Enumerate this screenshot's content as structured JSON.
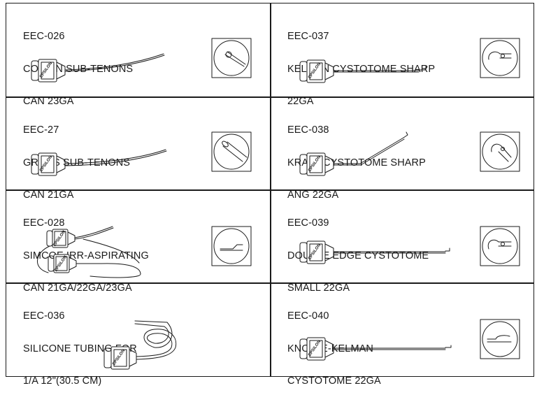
{
  "brand": {
    "hub_mark": "EPSILON"
  },
  "colors": {
    "line": "#1a1a1a",
    "background": "#ffffff"
  },
  "products": [
    {
      "code": "EEC-026",
      "name_lines": [
        "CORBIN SUB-TENONS",
        "CAN 23GA"
      ],
      "tip_icon": "curved-tip-detail"
    },
    {
      "code": "EEC-037",
      "name_lines": [
        "KELMAN CYSTOTOME SHARP",
        "22GA"
      ],
      "tip_icon": "cystotome-hook-detail"
    },
    {
      "code": "EEC-27",
      "name_lines": [
        "GROSS SUB-TENONS",
        "CAN 21GA"
      ],
      "tip_icon": "cannula-bevel-detail"
    },
    {
      "code": "EEC-038",
      "name_lines": [
        "KRATZ CYSTOTOME SHARP",
        "ANG 22GA"
      ],
      "tip_icon": "angled-hook-detail"
    },
    {
      "code": "EEC-028",
      "name_lines": [
        "SIMCOE IRR-ASPIRATING",
        "CAN 21GA/22GA/23GA"
      ],
      "tip_icon": "port-tip-detail"
    },
    {
      "code": "EEC-039",
      "name_lines": [
        "DOUBLE EDGE CYSTOTOME",
        "SMALL 22GA"
      ],
      "tip_icon": "double-edge-hook-detail"
    },
    {
      "code": "EEC-036",
      "name_lines": [
        "SILICONE TUBING FOR",
        "1/A 12\"(30.5 CM)"
      ],
      "tip_icon": ""
    },
    {
      "code": "EEC-040",
      "name_lines": [
        "KNOLLE-KELMAN",
        "CYSTOTOME 22GA"
      ],
      "tip_icon": "knolle-tip-detail"
    }
  ]
}
